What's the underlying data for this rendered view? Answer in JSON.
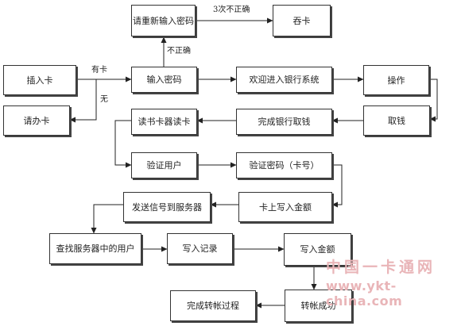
{
  "nodes": {
    "reenter_password": "请重新输入密码",
    "retain_card": "吞卡",
    "insert_card": "插入卡",
    "enter_password": "输入密码",
    "welcome": "欢迎进入银行系统",
    "operation": "操作",
    "retry_card": "请办卡",
    "card_reader": "读书卡器读卡",
    "complete_withdrawal": "完成银行取钱",
    "withdraw": "取钱",
    "verify_user": "验证用户",
    "verify_password": "验证密码（卡号）",
    "send_signal": "发送信号到服务器",
    "write_card_amount": "卡上写入金额",
    "find_user": "查找服务器中的用户",
    "write_record": "写入记录",
    "write_amount": "写入金额",
    "complete_transfer": "完成转帐过程",
    "transfer_success": "转帐成功"
  },
  "labels": {
    "three_times_wrong": "3次不正确",
    "incorrect": "不正确",
    "has_card": "有卡",
    "no_card": "无"
  },
  "watermark": {
    "cn": "中国一卡通网",
    "url": "www.ykt-china.com"
  }
}
